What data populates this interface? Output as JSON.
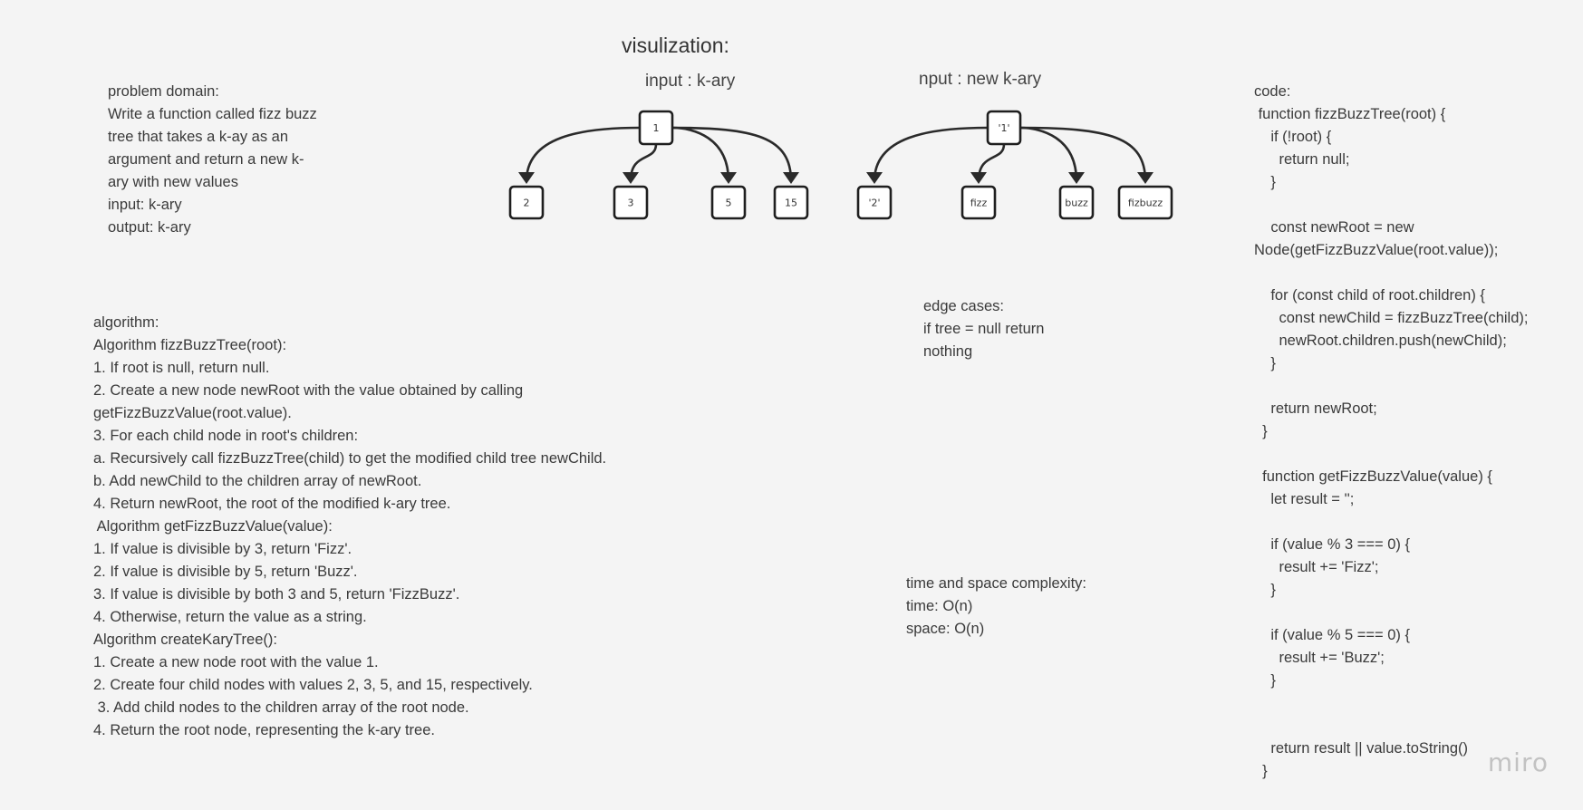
{
  "visualization_title": "visulization:",
  "input_tree": {
    "label": "input : k-ary",
    "root": "1",
    "children": [
      "2",
      "3",
      "5",
      "15"
    ]
  },
  "output_tree": {
    "label": "nput : new k-ary",
    "root": "'1'",
    "children": [
      "'2'",
      "fizz",
      "buzz",
      "fizbuzz"
    ]
  },
  "problem_domain": [
    "problem domain:",
    "Write a function called fizz buzz",
    "tree that takes a k-ay as an",
    "argument and return a new k-",
    "ary with new values",
    "input: k-ary",
    "output: k-ary"
  ],
  "algorithm": [
    "algorithm:",
    "Algorithm fizzBuzzTree(root):",
    "1. If root is null, return null.",
    "2. Create a new node newRoot with the value obtained by calling",
    "getFizzBuzzValue(root.value).",
    "3. For each child node in root's children:",
    "a. Recursively call fizzBuzzTree(child) to get the modified child tree newChild.",
    "b. Add newChild to the children array of newRoot.",
    "4. Return newRoot, the root of the modified k-ary tree.",
    " Algorithm getFizzBuzzValue(value):",
    "1. If value is divisible by 3, return 'Fizz'.",
    "2. If value is divisible by 5, return 'Buzz'.",
    "3. If value is divisible by both 3 and 5, return 'FizzBuzz'.",
    "4. Otherwise, return the value as a string.",
    "Algorithm createKaryTree():",
    "1. Create a new node root with the value 1.",
    "2. Create four child nodes with values 2, 3, 5, and 15, respectively.",
    " 3. Add child nodes to the children array of the root node.",
    "4. Return the root node, representing the k-ary tree."
  ],
  "edge_cases": [
    "edge cases:",
    "if tree = null return",
    "nothing"
  ],
  "complexity": [
    "time and space complexity:",
    "time: O(n)",
    "space: O(n)"
  ],
  "code": [
    "code:",
    " function fizzBuzzTree(root) {",
    "    if (!root) {",
    "      return null;",
    "    }",
    "",
    "    const newRoot = new",
    "Node(getFizzBuzzValue(root.value));",
    "",
    "    for (const child of root.children) {",
    "      const newChild = fizzBuzzTree(child);",
    "      newRoot.children.push(newChild);",
    "    }",
    "",
    "    return newRoot;",
    "  }",
    "",
    "  function getFizzBuzzValue(value) {",
    "    let result = '';",
    "",
    "    if (value % 3 === 0) {",
    "      result += 'Fizz';",
    "    }",
    "",
    "    if (value % 5 === 0) {",
    "      result += 'Buzz';",
    "    }",
    "",
    "",
    "    return result || value.toString()",
    "  }"
  ],
  "watermark": "miro"
}
